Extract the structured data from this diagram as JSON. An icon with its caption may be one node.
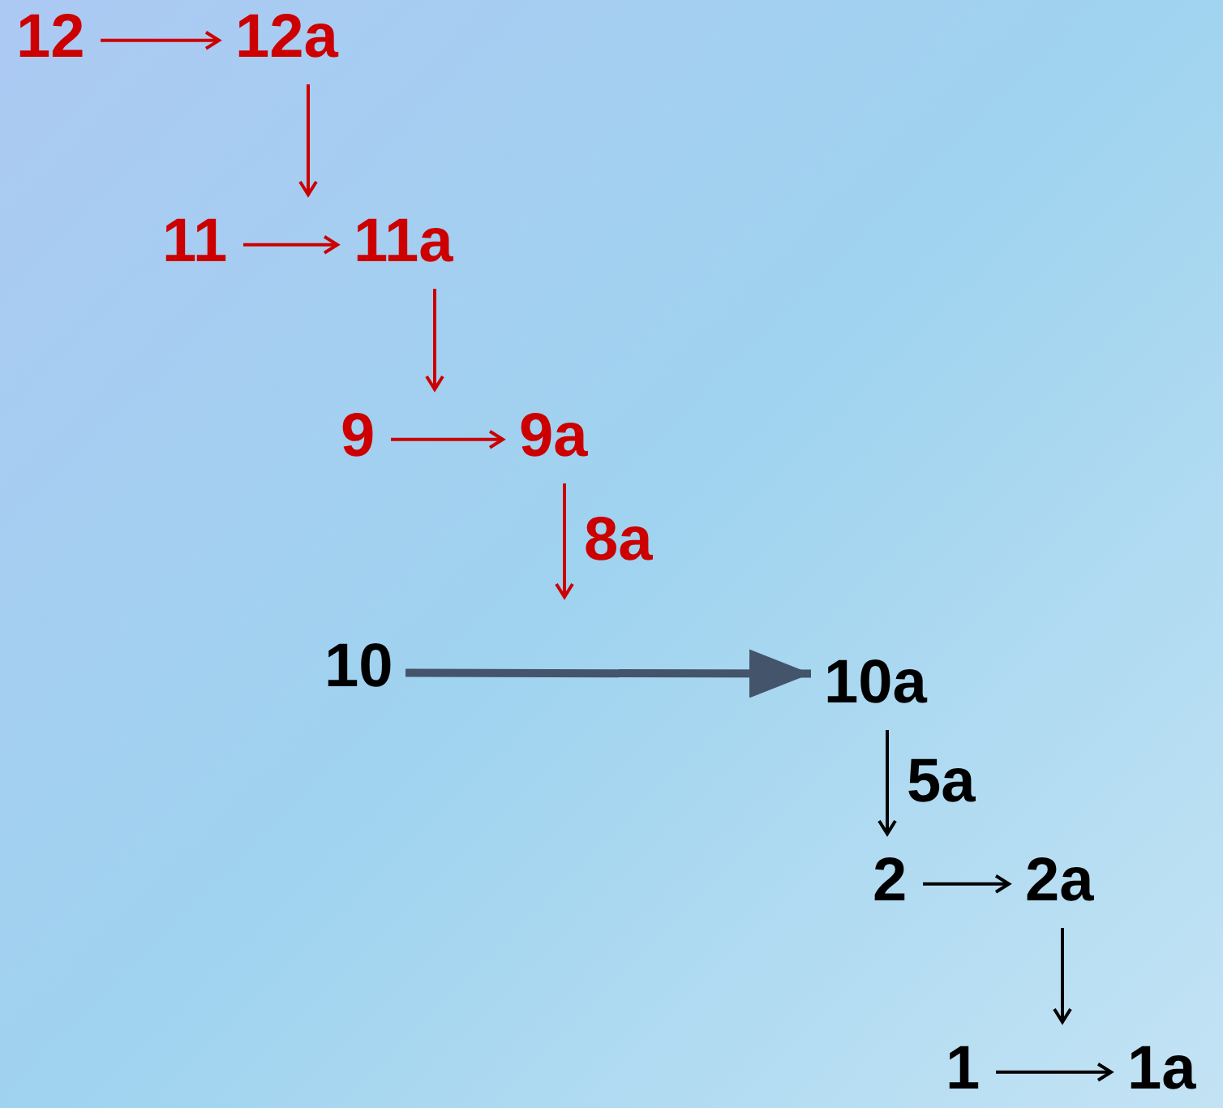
{
  "diagram": {
    "nodes": [
      {
        "text": [
          "12"
        ]
      },
      {
        "text": [
          "12a"
        ]
      },
      {
        "text": [
          "11"
        ]
      },
      {
        "text": [
          "11a"
        ]
      },
      {
        "text": [
          "9"
        ]
      },
      {
        "text": [
          "9a"
        ]
      },
      {
        "text": [
          "10"
        ]
      },
      {
        "text": [
          "10a"
        ]
      },
      {
        "text": [
          "2"
        ]
      },
      {
        "text": [
          "2a"
        ]
      },
      {
        "text": [
          "1"
        ]
      },
      {
        "text": [
          "1a"
        ]
      }
    ],
    "edges": [
      {
        "from": 0,
        "to": 1,
        "arrow": "to"
      },
      {
        "from": 1,
        "to": 3,
        "arrow": "to"
      },
      {
        "from": 2,
        "to": 3,
        "arrow": "to"
      },
      {
        "from": 3,
        "to": 4,
        "arrow": "to"
      },
      {
        "from": 4,
        "to": 5,
        "arrow": "to"
      },
      {
        "from": 5,
        "to": null,
        "arrow": "to",
        "label": "8a"
      },
      {
        "from": 6,
        "to": 7,
        "arrow": "to",
        "style": "thick",
        "color": "#44546a"
      },
      {
        "from": 7,
        "to": 8,
        "arrow": "to",
        "label": "5a",
        "color": "#000000"
      },
      {
        "from": 8,
        "to": 9,
        "arrow": "to",
        "color": "#000000"
      },
      {
        "from": 9,
        "to": 11,
        "arrow": "to",
        "color": "#000000"
      },
      {
        "from": 10,
        "to": 11,
        "arrow": "to",
        "color": "#000000"
      }
    ]
  }
}
